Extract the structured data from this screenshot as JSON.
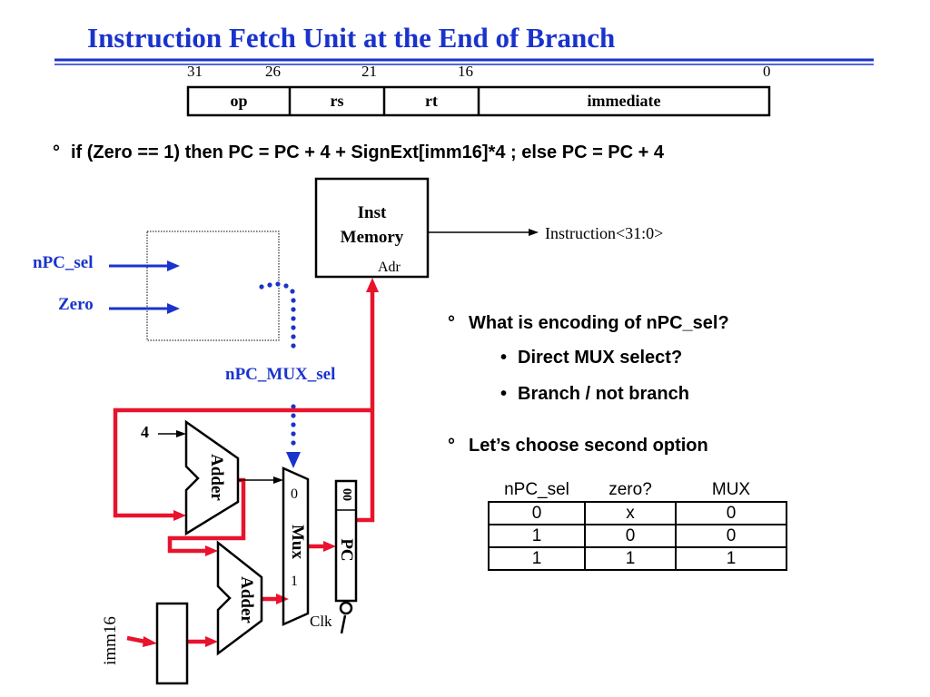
{
  "title": "Instruction Fetch Unit at the End of  Branch",
  "instruction_format": {
    "bit_labels": [
      "31",
      "26",
      "21",
      "16",
      "0"
    ],
    "fields": [
      "op",
      "rs",
      "rt",
      "immediate"
    ]
  },
  "condition_text": "if  (Zero == 1)   then  PC = PC + 4 + SignExt[imm16]*4 ;  else  PC = PC + 4",
  "degree_bullet": "°",
  "dot_bullet": "•",
  "diagram": {
    "inst_memory": [
      "Inst",
      "Memory"
    ],
    "adr": "Adr",
    "instruction_out": "Instruction<31:0>",
    "npc_sel": "nPC_sel",
    "zero": "Zero",
    "npc_mux_sel": "nPC_MUX_sel",
    "four": "4",
    "adder": "Adder",
    "mux": "Mux",
    "mux_in0": "0",
    "mux_in1": "1",
    "pc": "PC",
    "pc_low_bits": "00",
    "clk": "Clk",
    "imm16": "imm16"
  },
  "questions": {
    "q1": "What is encoding of nPC_sel?",
    "sub1": "Direct MUX select?",
    "sub2": "Branch / not branch",
    "q2": "Let’s choose second option"
  },
  "truth_table": {
    "headers": [
      "nPC_sel",
      "zero?",
      "MUX"
    ],
    "rows": [
      [
        "0",
        "x",
        "0"
      ],
      [
        "1",
        "0",
        "0"
      ],
      [
        "1",
        "1",
        "1"
      ]
    ]
  },
  "colors": {
    "title_blue": "#1a33cc",
    "wire_red": "#e8132d",
    "arrow_blue": "#1a33cc"
  }
}
